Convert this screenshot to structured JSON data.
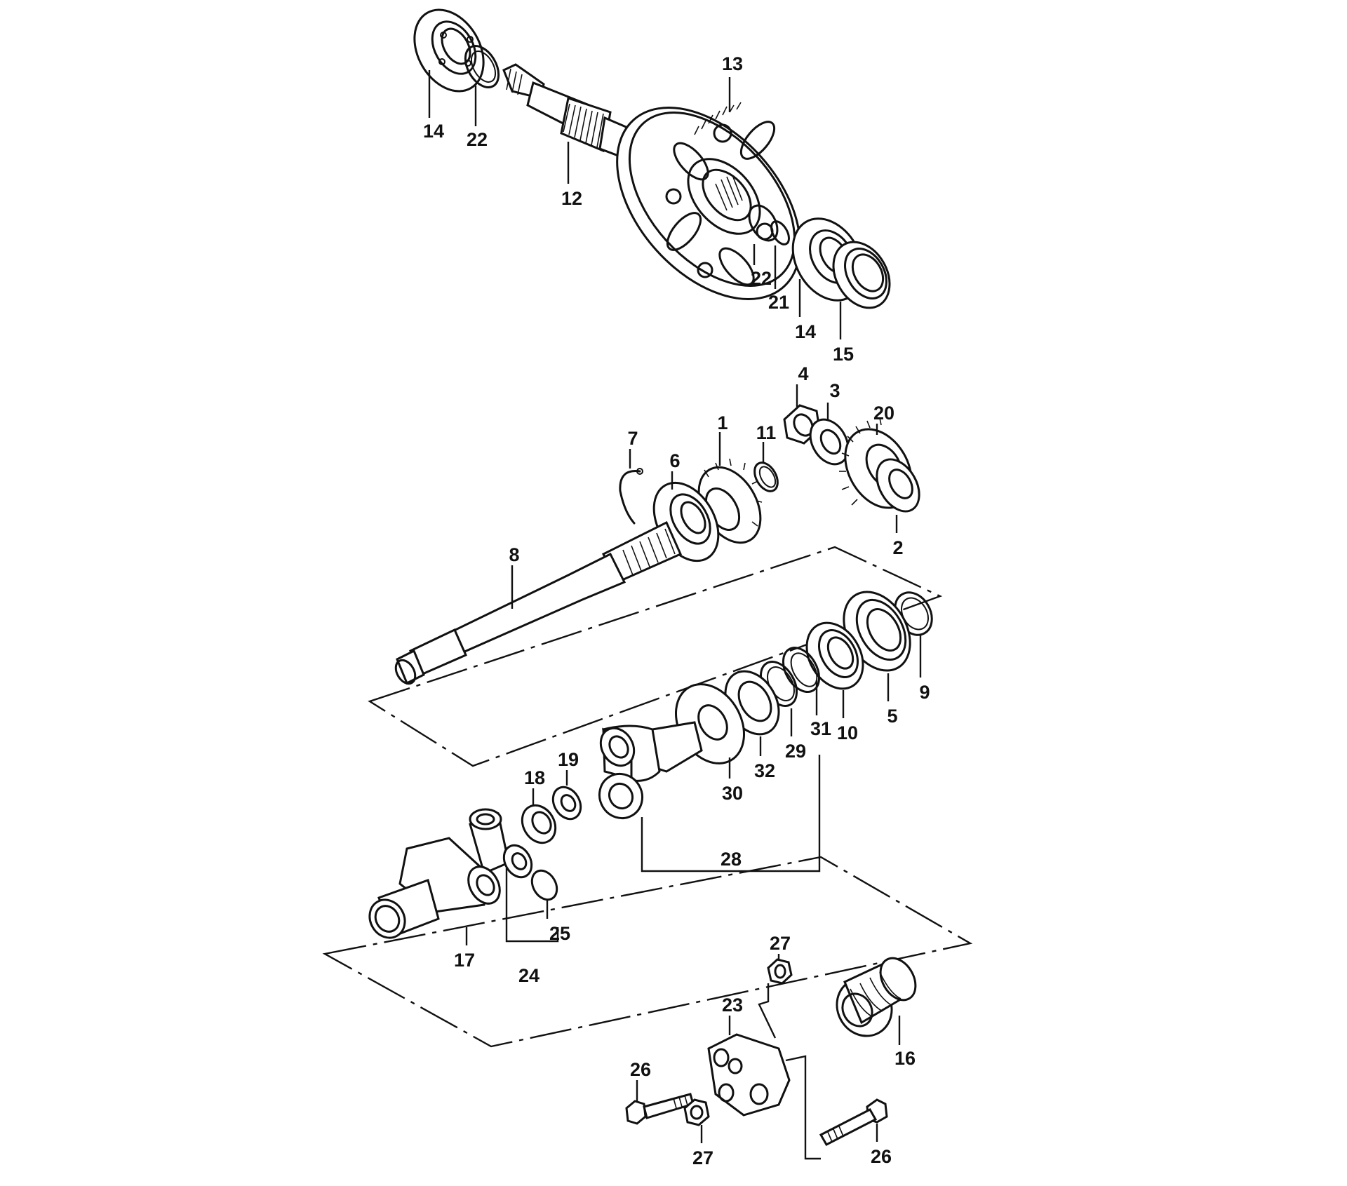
{
  "callouts": [
    {
      "id": "c14a",
      "text": "14"
    },
    {
      "id": "c22a",
      "text": "22"
    },
    {
      "id": "c13",
      "text": "13"
    },
    {
      "id": "c12",
      "text": "12"
    },
    {
      "id": "c22b",
      "text": "22"
    },
    {
      "id": "c21",
      "text": "21"
    },
    {
      "id": "c14b",
      "text": "14"
    },
    {
      "id": "c15",
      "text": "15"
    },
    {
      "id": "c4",
      "text": "4"
    },
    {
      "id": "c3",
      "text": "3"
    },
    {
      "id": "c20",
      "text": "20"
    },
    {
      "id": "c7",
      "text": "7"
    },
    {
      "id": "c1",
      "text": "1"
    },
    {
      "id": "c11",
      "text": "11"
    },
    {
      "id": "c6",
      "text": "6"
    },
    {
      "id": "c2",
      "text": "2"
    },
    {
      "id": "c8",
      "text": "8"
    },
    {
      "id": "c9",
      "text": "9"
    },
    {
      "id": "c5",
      "text": "5"
    },
    {
      "id": "c10",
      "text": "10"
    },
    {
      "id": "c31",
      "text": "31"
    },
    {
      "id": "c29",
      "text": "29"
    },
    {
      "id": "c32",
      "text": "32"
    },
    {
      "id": "c30",
      "text": "30"
    },
    {
      "id": "c19",
      "text": "19"
    },
    {
      "id": "c18",
      "text": "18"
    },
    {
      "id": "c28",
      "text": "28"
    },
    {
      "id": "c25",
      "text": "25"
    },
    {
      "id": "c17",
      "text": "17"
    },
    {
      "id": "c24",
      "text": "24"
    },
    {
      "id": "c27a",
      "text": "27"
    },
    {
      "id": "c23",
      "text": "23"
    },
    {
      "id": "c16",
      "text": "16"
    },
    {
      "id": "c26a",
      "text": "26"
    },
    {
      "id": "c27b",
      "text": "27"
    },
    {
      "id": "c26b",
      "text": "26"
    }
  ]
}
